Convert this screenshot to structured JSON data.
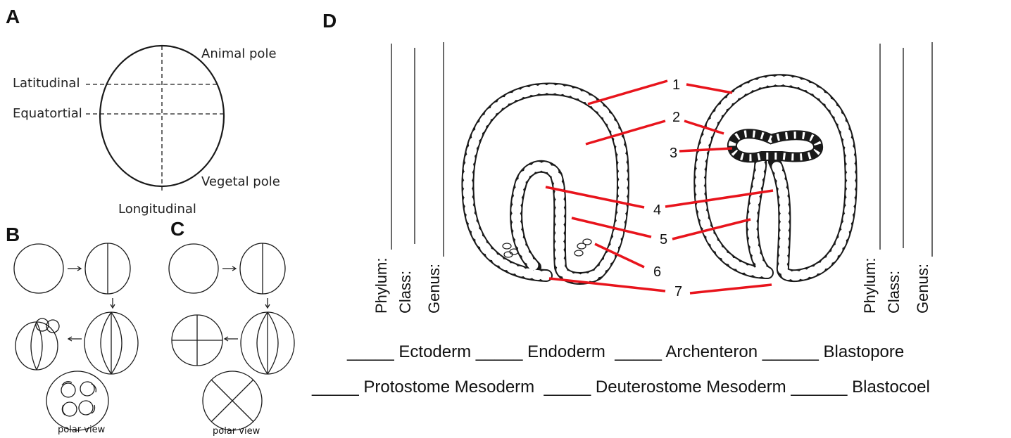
{
  "panels": {
    "a": "A",
    "b": "B",
    "c": "C",
    "d": "D"
  },
  "egg_labels": {
    "animal_pole": "Animal pole",
    "latitudinal": "Latitudinal",
    "equatorial": "Equatortial",
    "vegetal_pole": "Vegetal pole",
    "longitudinal": "Longitudinal"
  },
  "polar_view": "polar view",
  "structure_numbers": [
    "1",
    "2",
    "3",
    "4",
    "5",
    "6",
    "7"
  ],
  "taxonomy_labels": [
    "Phylum:",
    "Class:",
    "Genus:"
  ],
  "term_rows": [
    "_____ Ectoderm _____ Endoderm  _____ Archenteron ______ Blastopore",
    "_____ Protostome Mesoderm  _____ Deuterostome Mesoderm ______ Blastocoel"
  ],
  "colors": {
    "pointer": "#e8141c",
    "ink": "#1a1a1a"
  }
}
